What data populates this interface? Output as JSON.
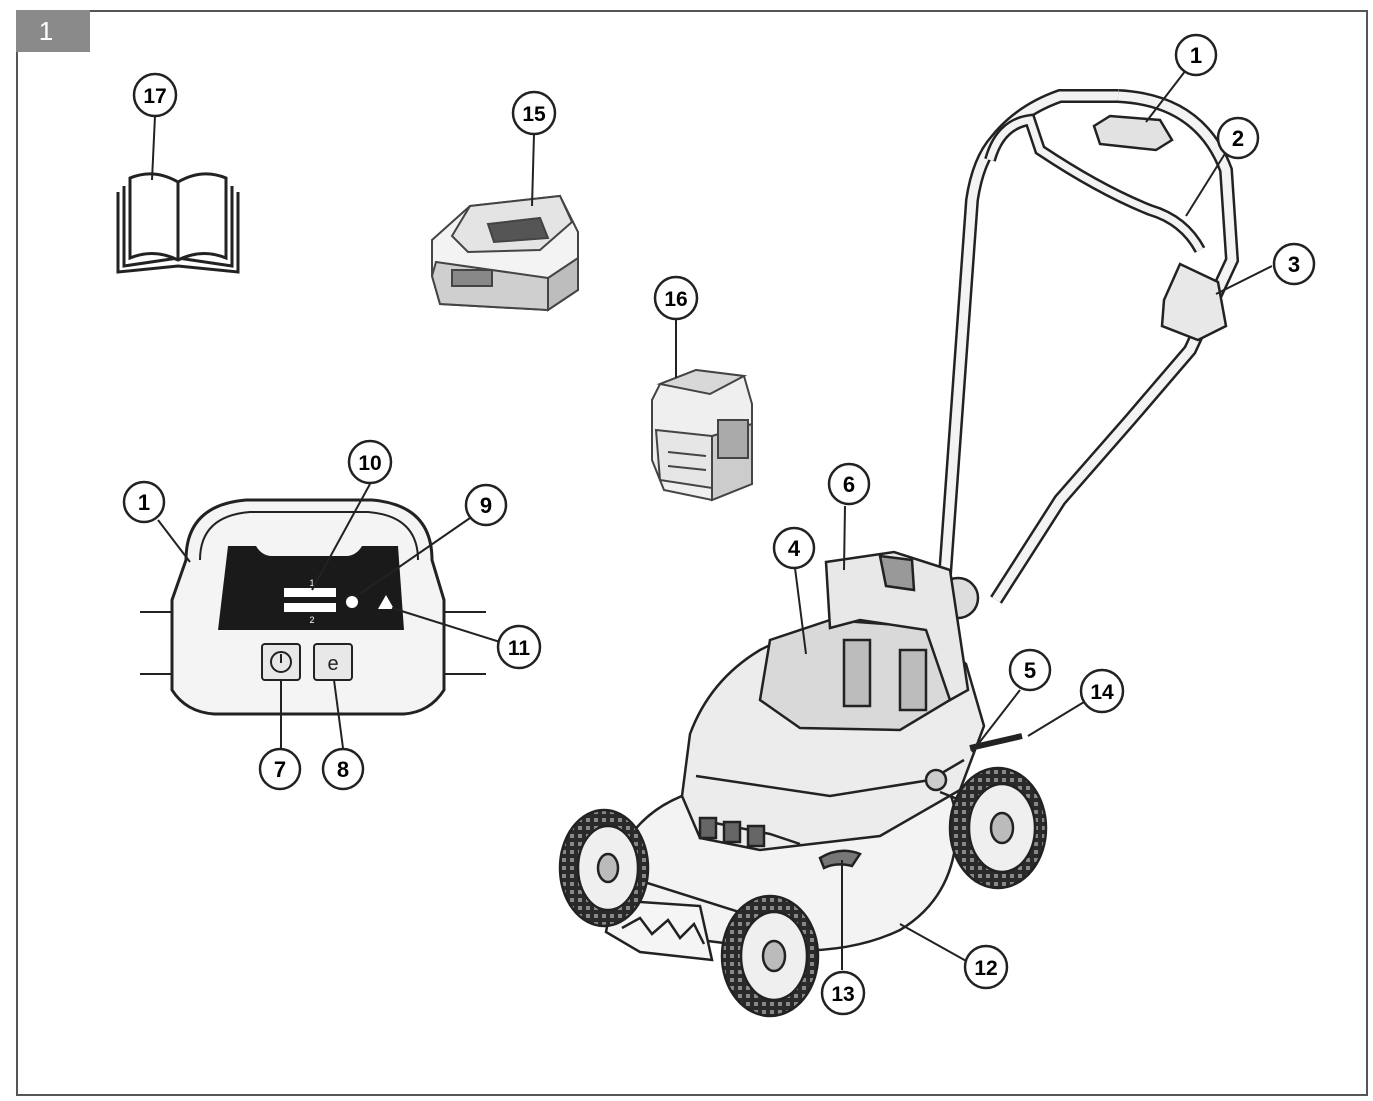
{
  "figure_number": "1",
  "callouts": [
    {
      "id": "c1-top",
      "label": "1"
    },
    {
      "id": "c2",
      "label": "2"
    },
    {
      "id": "c3",
      "label": "3"
    },
    {
      "id": "c4",
      "label": "4"
    },
    {
      "id": "c5",
      "label": "5"
    },
    {
      "id": "c6",
      "label": "6"
    },
    {
      "id": "c7",
      "label": "7"
    },
    {
      "id": "c8",
      "label": "8"
    },
    {
      "id": "c9",
      "label": "9"
    },
    {
      "id": "c10",
      "label": "10"
    },
    {
      "id": "c11",
      "label": "11"
    },
    {
      "id": "c12",
      "label": "12"
    },
    {
      "id": "c13",
      "label": "13"
    },
    {
      "id": "c14",
      "label": "14"
    },
    {
      "id": "c15",
      "label": "15"
    },
    {
      "id": "c16",
      "label": "16"
    },
    {
      "id": "c17",
      "label": "17"
    },
    {
      "id": "c1-panel",
      "label": "1"
    }
  ],
  "panel": {
    "row1_label": "1",
    "row2_label": "2"
  },
  "colors": {
    "line": "#222222",
    "fill_light": "#f2f2f2",
    "fill_mid": "#d6d6d6",
    "display": "#1a1a1a",
    "tag": "#8a8a8a"
  }
}
